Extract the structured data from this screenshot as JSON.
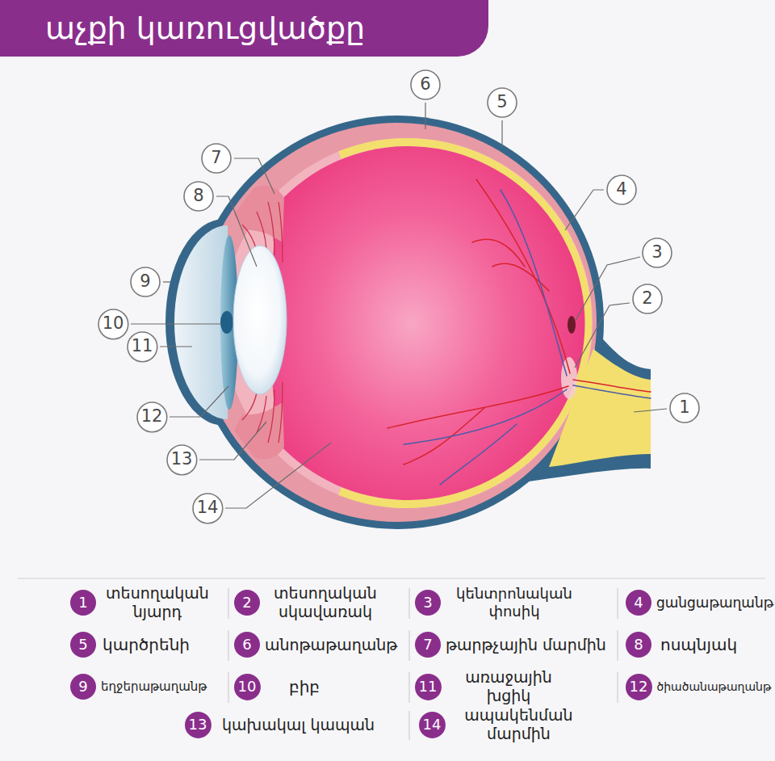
{
  "diagram": {
    "title": "աչքի կառուցվածքը",
    "nodes": [
      {
        "text": [
          "6"
        ]
      },
      {
        "text": [
          "5"
        ]
      },
      {
        "text": [
          "7"
        ]
      },
      {
        "text": [
          "4"
        ]
      },
      {
        "text": [
          "8"
        ]
      },
      {
        "text": [
          "3"
        ]
      },
      {
        "text": [
          "9"
        ]
      },
      {
        "text": [
          "2"
        ]
      },
      {
        "text": [
          "10"
        ]
      },
      {
        "text": [
          "11"
        ]
      },
      {
        "text": [
          "1"
        ]
      },
      {
        "text": [
          "12"
        ]
      },
      {
        "text": [
          "13"
        ]
      },
      {
        "text": [
          "14"
        ]
      },
      {
        "text": [
          "1",
          "տեսողական նյարդ"
        ]
      },
      {
        "text": [
          "2",
          "տեսողական սկավառակ"
        ]
      },
      {
        "text": [
          "3",
          "կենտրոնական փոսիկ"
        ]
      },
      {
        "text": [
          "4",
          "ցանցաթաղանթ"
        ]
      },
      {
        "text": [
          "5",
          "կարծրենի"
        ]
      },
      {
        "text": [
          "6",
          "անոթաթաղանթ"
        ]
      },
      {
        "text": [
          "7",
          "թարթչային մարմին"
        ]
      },
      {
        "text": [
          "8",
          "ոսպնյակ"
        ]
      },
      {
        "text": [
          "9",
          "եղջերաթաղանթ"
        ]
      },
      {
        "text": [
          "10",
          "բիբ"
        ]
      },
      {
        "text": [
          "11",
          "առաջային խցիկ"
        ]
      },
      {
        "text": [
          "12",
          "ծիածանաթաղանթ"
        ]
      },
      {
        "text": [
          "13",
          "կախակալ կապան"
        ]
      },
      {
        "text": [
          "14",
          "ապակենման մարմին"
        ]
      }
    ]
  }
}
